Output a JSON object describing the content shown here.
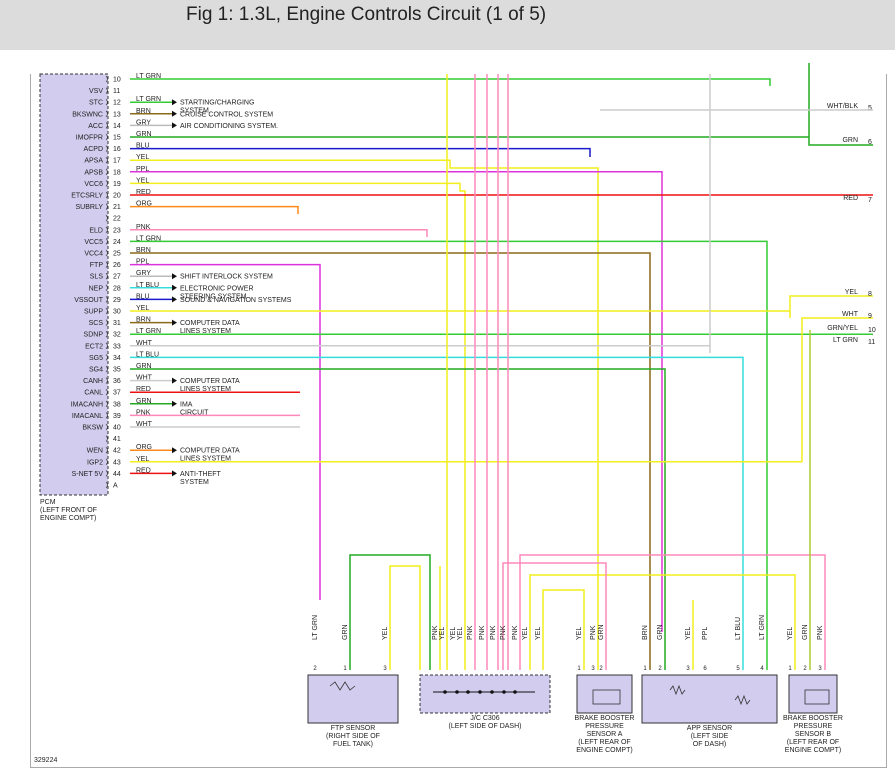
{
  "title": "Fig 1: 1.3L, Engine Controls Circuit (1 of 5)",
  "diagram_id": "329224",
  "colors": {
    "LT GRN": "#33cc33",
    "GRN": "#22aa22",
    "BRN": "#8a6a1c",
    "GRY": "#bbbbbb",
    "BLU": "#1a1acc",
    "YEL": "#f2ef1c",
    "PPL": "#dd33dd",
    "RED": "#ee1111",
    "ORG": "#ff8a1a",
    "PNK": "#ff88bb",
    "LT BLU": "#33dddd",
    "WHT": "#cccccc",
    "WHT/BLK": "#cccccc",
    "GRN/YEL": "#aacc33"
  },
  "pcm": {
    "label": [
      "PCM",
      "(LEFT FRONT OF",
      "ENGINE COMPT)"
    ],
    "pins": [
      {
        "name": "",
        "num": "10",
        "color": "LT GRN"
      },
      {
        "name": "VSV",
        "num": "11",
        "color": ""
      },
      {
        "name": "STC",
        "num": "12",
        "color": "LT GRN",
        "dest": [
          "STARTING/CHARGING",
          "SYSTEM"
        ]
      },
      {
        "name": "BKSWNC",
        "num": "13",
        "color": "BRN",
        "dest": [
          "CRUISE CONTROL SYSTEM"
        ]
      },
      {
        "name": "ACC",
        "num": "14",
        "color": "GRY",
        "dest": [
          "AIR CONDITIONING SYSTEM."
        ]
      },
      {
        "name": "IMOFPR",
        "num": "15",
        "color": "GRN"
      },
      {
        "name": "ACPD",
        "num": "16",
        "color": "BLU"
      },
      {
        "name": "APSA",
        "num": "17",
        "color": "YEL"
      },
      {
        "name": "APSB",
        "num": "18",
        "color": "PPL"
      },
      {
        "name": "VCC6",
        "num": "19",
        "color": "YEL"
      },
      {
        "name": "ETCSRLY",
        "num": "20",
        "color": "RED"
      },
      {
        "name": "SUBRLY",
        "num": "21",
        "color": "ORG"
      },
      {
        "name": "",
        "num": "22",
        "color": ""
      },
      {
        "name": "ELD",
        "num": "23",
        "color": "PNK"
      },
      {
        "name": "VCC5",
        "num": "24",
        "color": "LT GRN"
      },
      {
        "name": "VCC4",
        "num": "25",
        "color": "BRN"
      },
      {
        "name": "FTP",
        "num": "26",
        "color": "PPL"
      },
      {
        "name": "SLS",
        "num": "27",
        "color": "GRY",
        "dest": [
          "SHIFT INTERLOCK SYSTEM"
        ]
      },
      {
        "name": "NEP",
        "num": "28",
        "color": "LT BLU",
        "dest": [
          "ELECTRONIC POWER",
          "STEERING SYSTEM"
        ]
      },
      {
        "name": "VSSOUT",
        "num": "29",
        "color": "BLU",
        "dest": [
          "SOUND & NAVIGATION SYSTEMS"
        ]
      },
      {
        "name": "SUPP",
        "num": "30",
        "color": "YEL"
      },
      {
        "name": "SCS",
        "num": "31",
        "color": "BRN",
        "dest": [
          "COMPUTER DATA",
          "LINES SYSTEM"
        ]
      },
      {
        "name": "SDNP",
        "num": "32",
        "color": "LT GRN"
      },
      {
        "name": "ECT2",
        "num": "33",
        "color": "WHT"
      },
      {
        "name": "SG5",
        "num": "34",
        "color": "LT BLU"
      },
      {
        "name": "SG4",
        "num": "35",
        "color": "GRN"
      },
      {
        "name": "CANH",
        "num": "36",
        "color": "WHT",
        "dest": [
          "COMPUTER DATA",
          "LINES SYSTEM"
        ]
      },
      {
        "name": "CANL",
        "num": "37",
        "color": "RED"
      },
      {
        "name": "IMACANH",
        "num": "38",
        "color": "GRN",
        "dest": [
          "IMA",
          "CIRCUIT"
        ]
      },
      {
        "name": "IMACANL",
        "num": "39",
        "color": "PNK"
      },
      {
        "name": "BKSW",
        "num": "40",
        "color": "WHT"
      },
      {
        "name": "",
        "num": "41",
        "color": ""
      },
      {
        "name": "WEN",
        "num": "42",
        "color": "ORG",
        "dest": [
          "COMPUTER DATA",
          "LINES SYSTEM"
        ]
      },
      {
        "name": "IGP2",
        "num": "43",
        "color": "YEL"
      },
      {
        "name": "S-NET 5V",
        "num": "44",
        "color": "RED",
        "dest": [
          "ANTI-THEFT",
          "SYSTEM"
        ]
      },
      {
        "name": "",
        "num": "A",
        "color": ""
      }
    ]
  },
  "right_labels": [
    {
      "text": "WHT/BLK",
      "num": "5"
    },
    {
      "text": "GRN",
      "num": "6"
    },
    {
      "text": "RED",
      "num": "7"
    },
    {
      "text": "YEL",
      "num": "8"
    },
    {
      "text": "WHT",
      "num": "9"
    },
    {
      "text": "GRN/YEL",
      "num": "10"
    },
    {
      "text": "LT GRN",
      "num": "11"
    }
  ],
  "components": [
    {
      "name": "ftp-sensor",
      "label": [
        "FTP SENSOR",
        "(RIGHT SIDE OF",
        "FUEL TANK)"
      ],
      "pins": [
        "2",
        "1",
        "3"
      ],
      "wires": [
        "LT GRN",
        "GRN",
        "YEL"
      ]
    },
    {
      "name": "jc-c306",
      "label": [
        "J/C C306",
        "(LEFT SIDE OF DASH)"
      ],
      "pins": [],
      "wires": [
        "PNK",
        "YEL",
        "YEL",
        "YEL",
        "PNK",
        "PNK",
        "PNK",
        "PNK",
        "PNK",
        "YEL",
        "YEL"
      ]
    },
    {
      "name": "brake-booster-a",
      "label": [
        "BRAKE BOOSTER",
        "PRESSURE",
        "SENSOR A",
        "(LEFT REAR OF",
        "ENGINE COMPT)"
      ],
      "pins": [
        "1",
        "3",
        "2"
      ],
      "wires": [
        "YEL",
        "PNK",
        "GRN"
      ]
    },
    {
      "name": "app-sensor",
      "label": [
        "APP SENSOR",
        "(LEFT SIDE",
        "OF DASH)"
      ],
      "pins": [
        "1",
        "2",
        "3",
        "6",
        "5",
        "4"
      ],
      "wires": [
        "BRN",
        "GRN",
        "YEL",
        "PPL",
        "LT BLU",
        "LT GRN"
      ]
    },
    {
      "name": "brake-booster-b",
      "label": [
        "BRAKE BOOSTER",
        "PRESSURE",
        "SENSOR B",
        "(LEFT REAR OF",
        "ENGINE COMPT)"
      ],
      "pins": [
        "1",
        "2",
        "3"
      ],
      "wires": [
        "YEL",
        "GRN",
        "PNK"
      ]
    }
  ],
  "extra_wire_labels": [
    "PPL",
    "YEL",
    "GRN",
    "GRN/YEL"
  ]
}
